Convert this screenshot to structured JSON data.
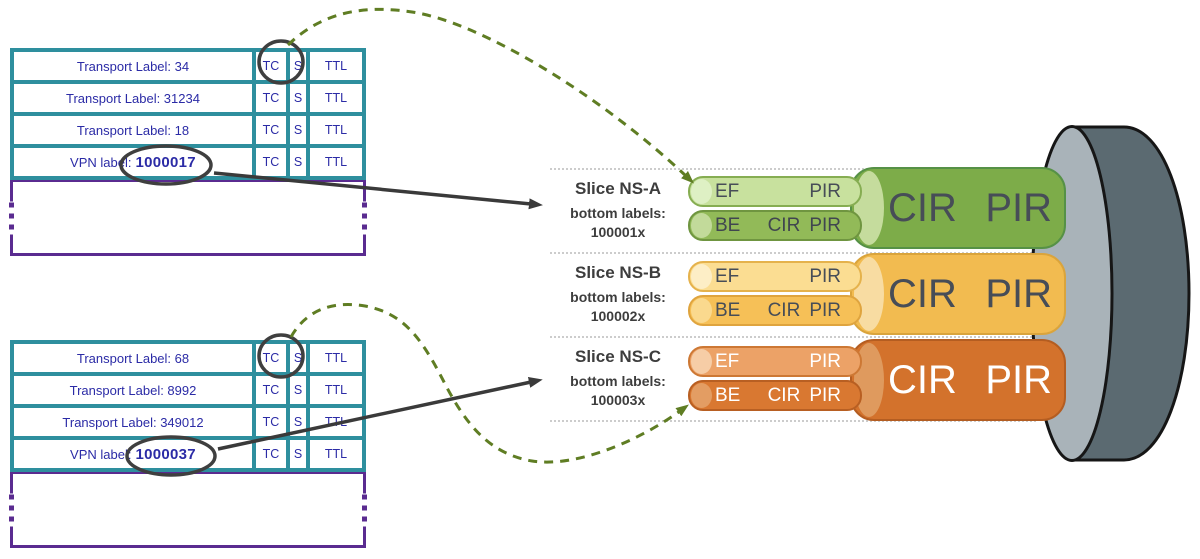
{
  "label_stacks": [
    {
      "rows": [
        {
          "label": "Transport Label: 34",
          "tc": "TC",
          "s": "S",
          "ttl": "TTL"
        },
        {
          "label": "Transport Label: 31234",
          "tc": "TC",
          "s": "S",
          "ttl": "TTL"
        },
        {
          "label": "Transport Label: 18",
          "tc": "TC",
          "s": "S",
          "ttl": "TTL"
        }
      ],
      "vpn": {
        "label": "VPN label:",
        "value": "1000017",
        "tc": "TC",
        "s": "S",
        "ttl": "TTL"
      },
      "annotations": {
        "circled_field": "TC (top row)",
        "circled_value": "1000017"
      }
    },
    {
      "rows": [
        {
          "label": "Transport Label: 68",
          "tc": "TC",
          "s": "S",
          "ttl": "TTL"
        },
        {
          "label": "Transport Label: 8992",
          "tc": "TC",
          "s": "S",
          "ttl": "TTL"
        },
        {
          "label": "Transport Label: 349012",
          "tc": "TC",
          "s": "S",
          "ttl": "TTL"
        }
      ],
      "vpn": {
        "label": "VPN label:",
        "value": "1000037",
        "tc": "TC",
        "s": "S",
        "ttl": "TTL"
      },
      "annotations": {
        "circled_field": "TC (top row)",
        "circled_value": "1000037"
      }
    }
  ],
  "slices": [
    {
      "name": "Slice NS-A",
      "caption": "bottom labels:",
      "value": "100001x",
      "ef": {
        "label": "EF",
        "pir": "PIR"
      },
      "be": {
        "label": "BE",
        "cir": "CIR",
        "pir": "PIR"
      },
      "agg": {
        "cir": "CIR",
        "pir": "PIR"
      },
      "colors": {
        "ef": "#c8e19e",
        "be": "#92ba58",
        "aggregate": "#7dac49"
      }
    },
    {
      "name": "Slice NS-B",
      "caption": "bottom labels:",
      "value": "100002x",
      "ef": {
        "label": "EF",
        "pir": "PIR"
      },
      "be": {
        "label": "BE",
        "cir": "CIR",
        "pir": "PIR"
      },
      "agg": {
        "cir": "CIR",
        "pir": "PIR"
      },
      "colors": {
        "ef": "#fbdd92",
        "be": "#f6c057",
        "aggregate": "#f2bb50"
      }
    },
    {
      "name": "Slice NS-C",
      "caption": "bottom labels:",
      "value": "100003x",
      "ef": {
        "label": "EF",
        "pir": "PIR"
      },
      "be": {
        "label": "BE",
        "cir": "CIR",
        "pir": "PIR"
      },
      "agg": {
        "cir": "CIR",
        "pir": "PIR"
      },
      "colors": {
        "ef": "#eca267",
        "be": "#d97831",
        "aggregate": "#d3722c"
      }
    }
  ],
  "colors": {
    "table_border_teal": "#2e8f9e",
    "table_text_navy": "#2b2ba6",
    "payload_box_purple": "#5a2b90",
    "annotation_oval_gray": "#3f3f3f",
    "solid_arrow_black": "#3a3a3a",
    "dashed_arrow_olive": "#5f7d23",
    "cylinder_body": "#5b6a71",
    "cylinder_face": "#a9b3b9"
  }
}
